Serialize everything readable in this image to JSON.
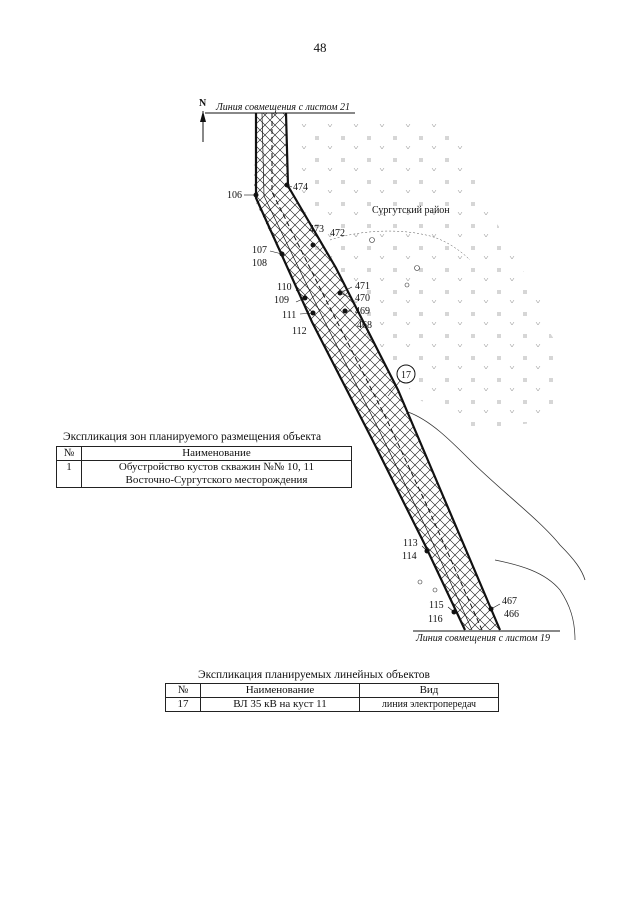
{
  "page": {
    "number": "48"
  },
  "map": {
    "north_label": "N",
    "top_match_line": "Линия совмещения с листом 21",
    "bottom_match_line": "Линия совмещения с листом 19",
    "district_label": "Сургутский район",
    "object_marker": "17",
    "left_points": [
      "106",
      "107",
      "108",
      "110",
      "109",
      "111",
      "112",
      "113",
      "114",
      "115",
      "116"
    ],
    "right_points": [
      "474",
      "473",
      "472",
      "471",
      "470",
      "469",
      "468",
      "467",
      "466"
    ]
  },
  "zones_table": {
    "caption": "Экспликация зон планируемого размещения объекта",
    "headers": [
      "№",
      "Наименование"
    ],
    "rows": [
      {
        "num": "1",
        "name_line1": "Обустройство кустов скважин №№ 10, 11",
        "name_line2": "Восточно-Сургутского месторождения"
      }
    ]
  },
  "linear_table": {
    "caption": "Экспликация планируемых линейных объектов",
    "headers": [
      "№",
      "Наименование",
      "Вид"
    ],
    "rows": [
      {
        "num": "17",
        "name": "ВЛ 35 кВ на куст 11",
        "type": "линия электропередач"
      }
    ]
  },
  "colors": {
    "ink": "#111111",
    "paper": "#ffffff",
    "muted": "#555555"
  }
}
